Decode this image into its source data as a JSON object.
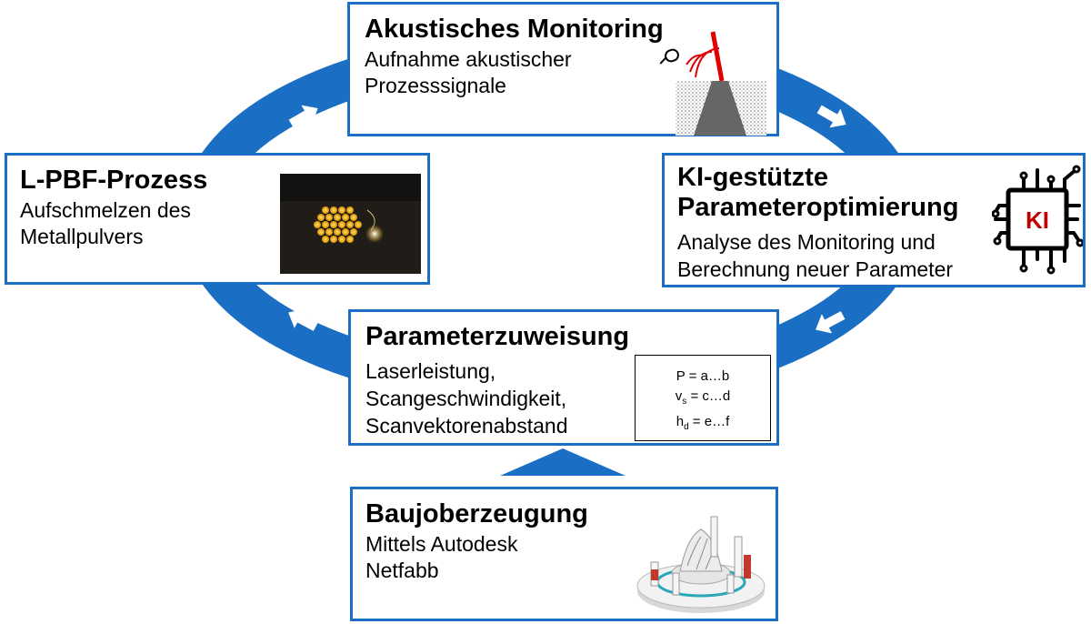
{
  "colors": {
    "accent": "#1a6fc4",
    "ki_red": "#c00000",
    "laser_red": "#e00000"
  },
  "boxes": {
    "akustik": {
      "title": "Akustisches Monitoring",
      "text": "Aufnahme akustischer\nProzesssignale"
    },
    "lpbf": {
      "title": "L-PBF-Prozess",
      "text": "Aufschmelzen des\nMetallpulvers"
    },
    "ki": {
      "title": "KI-gestützte\nParameteroptimierung",
      "text": "Analyse des Monitoring und\nBerechnung neuer Parameter",
      "icon_label": "KI"
    },
    "param": {
      "title": "Parameterzuweisung",
      "text": "Laserleistung,\nScangeschwindigkeit,\nScanvektorenabstand",
      "formula": {
        "p": "P = a…b",
        "v_base": "v",
        "v_sub": "s",
        "v_rest": " = c…d",
        "h_base": "h",
        "h_sub": "d",
        "h_rest": " = e…f"
      }
    },
    "bau": {
      "title": "Baujoberzeugung",
      "text": "Mittels Autodesk\nNetfabb"
    }
  },
  "icons": [
    "ring-arrow-icon",
    "microphone-icon",
    "ai-chip-icon"
  ]
}
